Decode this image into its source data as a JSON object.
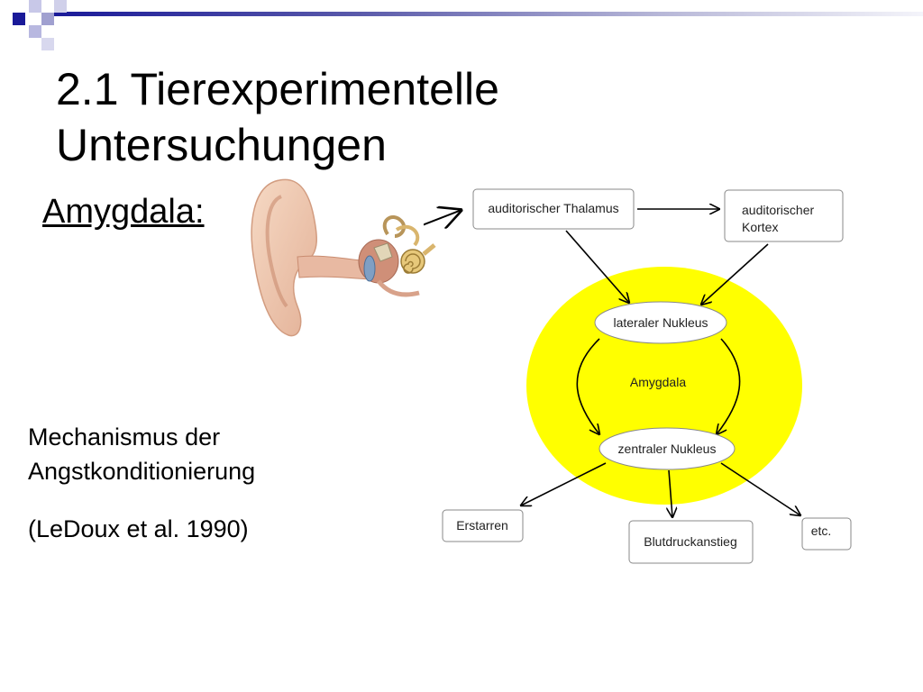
{
  "slide": {
    "title_line1": "2.1 Tierexperimentelle",
    "title_line2": "Untersuchungen",
    "subtitle": "Amygdala:",
    "caption_line1": "Mechanismus der",
    "caption_line2": "Angstkonditionierung",
    "citation": "(LeDoux et al. 1990)"
  },
  "diagram": {
    "nodes": {
      "thalamus": "auditorischer Thalamus",
      "kortex_line1": "auditorischer",
      "kortex_line2": "Kortex",
      "lateral": "lateraler Nukleus",
      "amygdala": "Amygdala",
      "central": "zentraler Nukleus",
      "freeze": "Erstarren",
      "bp": "Blutdruckanstieg",
      "etc": "etc."
    },
    "colors": {
      "amygdala_fill": "#ffff00",
      "header_accent": "#1a1a99"
    }
  }
}
